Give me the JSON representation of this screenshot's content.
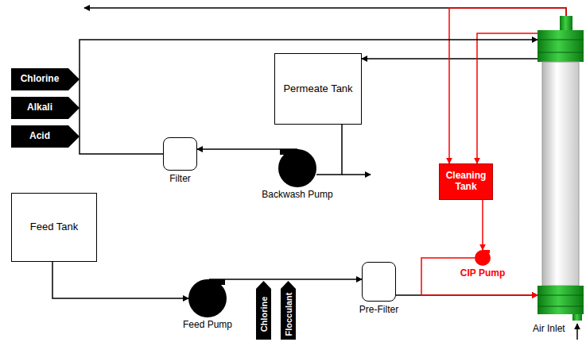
{
  "diagram": {
    "nodes": [
      {
        "text": [
          "Chlorine"
        ]
      },
      {
        "text": [
          "Alkali"
        ]
      },
      {
        "text": [
          "Acid"
        ]
      },
      {
        "text": [
          "Permeate Tank"
        ]
      },
      {
        "text": [
          "Filter"
        ]
      },
      {
        "text": [
          "Backwash Pump"
        ]
      },
      {
        "text": [
          "Cleaning Tank"
        ]
      },
      {
        "text": [
          "Feed Tank"
        ]
      },
      {
        "text": [
          "CIP Pump"
        ]
      },
      {
        "text": [
          "Feed Pump"
        ]
      },
      {
        "text": [
          "Chlorine"
        ]
      },
      {
        "text": [
          "Flocculant"
        ]
      },
      {
        "text": [
          "Pre-Filter"
        ]
      },
      {
        "text": [
          "Air Inlet"
        ]
      }
    ],
    "edges": [
      {
        "from": 7,
        "to": 9,
        "arrow": "to"
      },
      {
        "from": 9,
        "to": 12,
        "arrow": "to"
      },
      {
        "from": 12,
        "to": 13,
        "arrow": "to"
      },
      {
        "from": 8,
        "to": 13,
        "arrow": "to"
      },
      {
        "from": 13,
        "to": 3,
        "arrow": "to"
      },
      {
        "from": 13,
        "to": 6,
        "arrow": "to"
      },
      {
        "from": 13,
        "to": 6,
        "arrow": "to"
      },
      {
        "from": 6,
        "to": 8,
        "arrow": "to"
      },
      {
        "from": 3,
        "to": 5,
        "arrow": "none"
      },
      {
        "from": 5,
        "to": 4,
        "arrow": "to"
      },
      {
        "from": 4,
        "to": 13,
        "arrow": "to"
      }
    ]
  }
}
